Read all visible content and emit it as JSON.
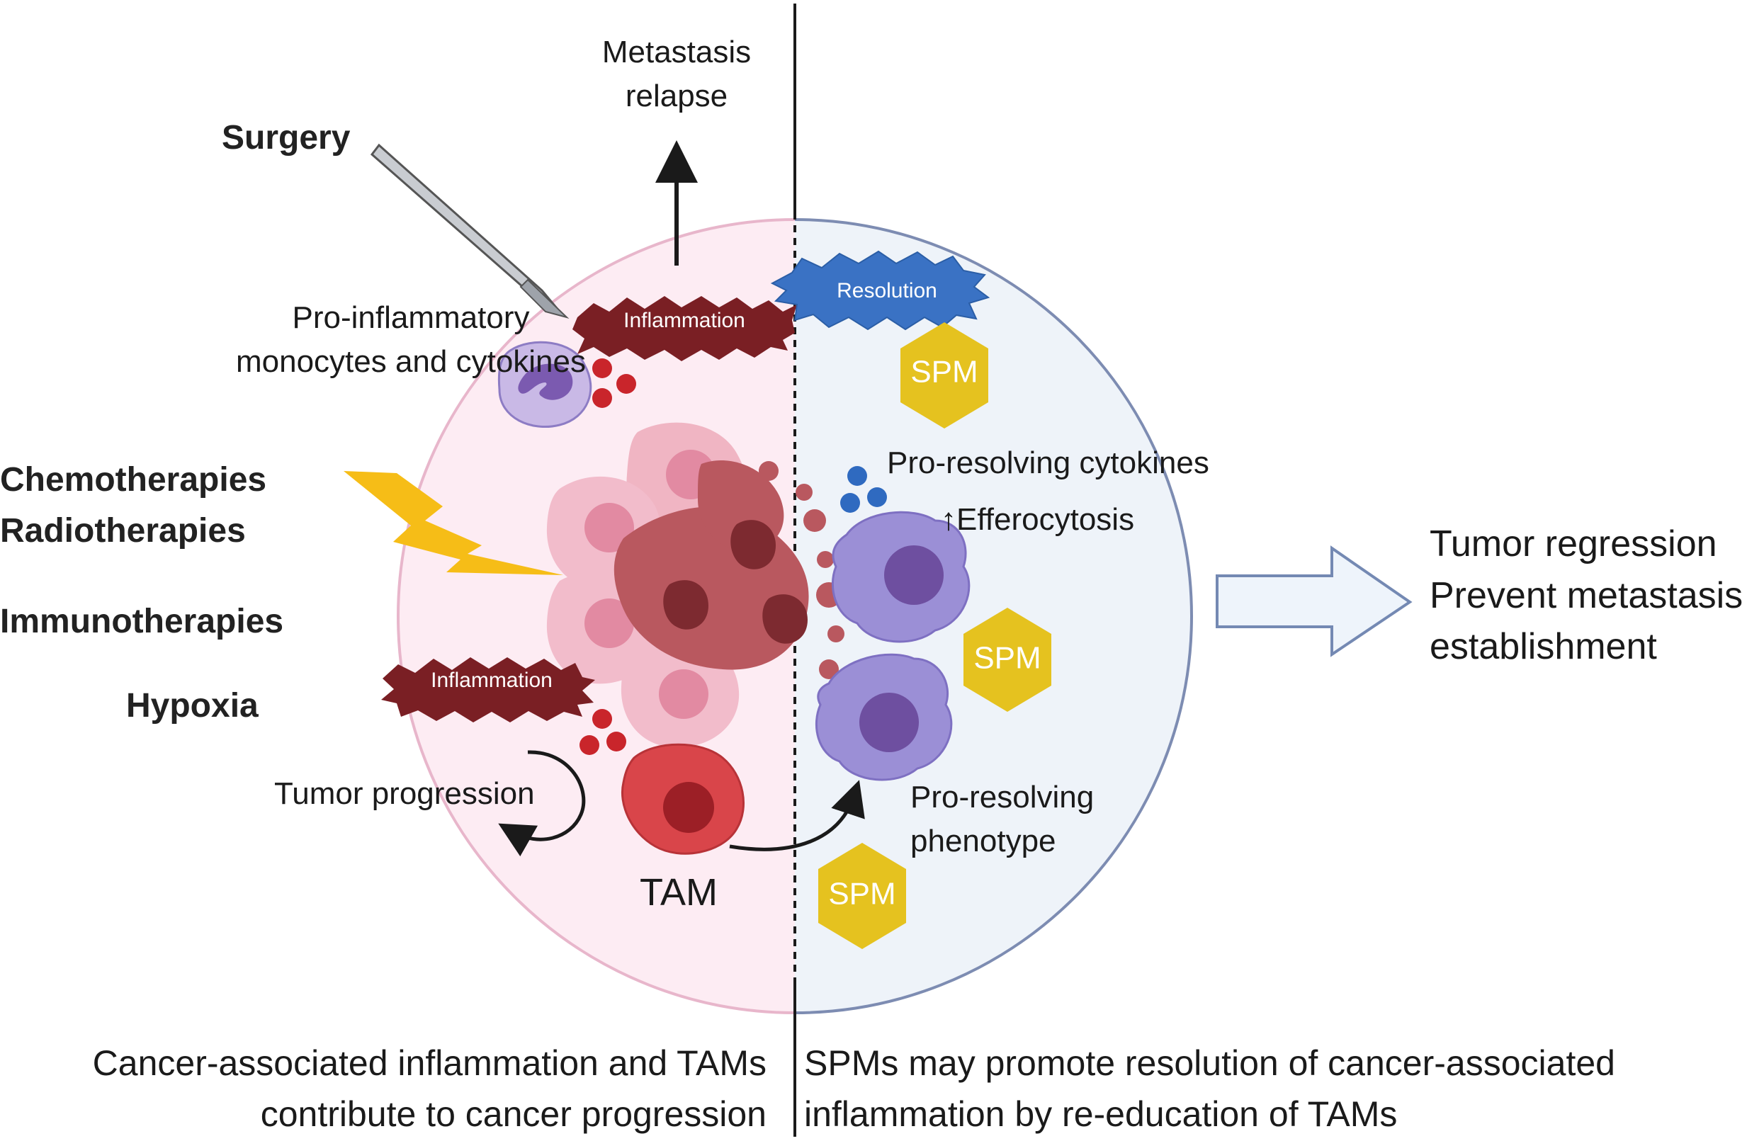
{
  "colors": {
    "pink_bg": "#fdecf3",
    "blue_bg": "#eef3f9",
    "inflammation": "#7a1f24",
    "resolution": "#3a72c4",
    "spm": "#e5c21f",
    "tam": "#d9454a",
    "macrophage": "#9b8fd6",
    "lightning": "#f6bd17",
    "arrow_fill": "#eef4fb",
    "arrow_stroke": "#7489b3"
  },
  "labels": {
    "metastasis_relapse": [
      "Metastasis",
      "relapse"
    ],
    "surgery": "Surgery",
    "pro_inflammatory": [
      "Pro-inflammatory",
      "monocytes and cytokines"
    ],
    "chemotherapies": "Chemotherapies",
    "radiotherapies": "Radiotherapies",
    "immunotherapies": "Immunotherapies",
    "hypoxia": "Hypoxia",
    "inflammation_top": "Inflammation",
    "inflammation_left": "Inflammation",
    "resolution": "Resolution",
    "spm_1": "SPM",
    "spm_2": "SPM",
    "spm_3": "SPM",
    "pro_resolving_cytokines": "Pro-resolving cytokines",
    "efferocytosis": "↑Efferocytosis",
    "tumor_progression": "Tumor progression",
    "tam": "TAM",
    "pro_resolving_phenotype": [
      "Pro-resolving",
      "phenotype"
    ],
    "outcome": [
      "Tumor regression",
      "Prevent metastasis",
      "establishment"
    ]
  },
  "captions": {
    "left": [
      "Cancer-associated inflammation and TAMs",
      "contribute to cancer progression"
    ],
    "right": [
      "SPMs may promote resolution of cancer-associated",
      "inflammation by re-education of TAMs"
    ]
  }
}
